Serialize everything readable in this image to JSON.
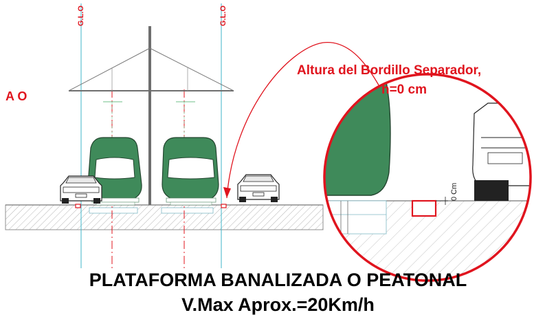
{
  "colors": {
    "red": "#e0141e",
    "cyan_line": "#3fb6c8",
    "tram_green": "#3f8a5a",
    "ground_gray": "#d9d9d9",
    "hatch": "#bdbdbd"
  },
  "labels": {
    "axis_left": "G.L.O",
    "axis_right": "G.L.O",
    "side_text": "A O",
    "callout_line1": "Altura del Bordillo Separador,",
    "callout_line2": "h=0 cm",
    "dim_label": "0 Cm"
  },
  "title": {
    "line1": "PLATAFORMA  BANALIZADA O PEATONAL",
    "line2": "V.Max Aprox.=20Km/h"
  },
  "icons": [
    "car-icon",
    "tram-icon",
    "catenary-pole-icon"
  ]
}
